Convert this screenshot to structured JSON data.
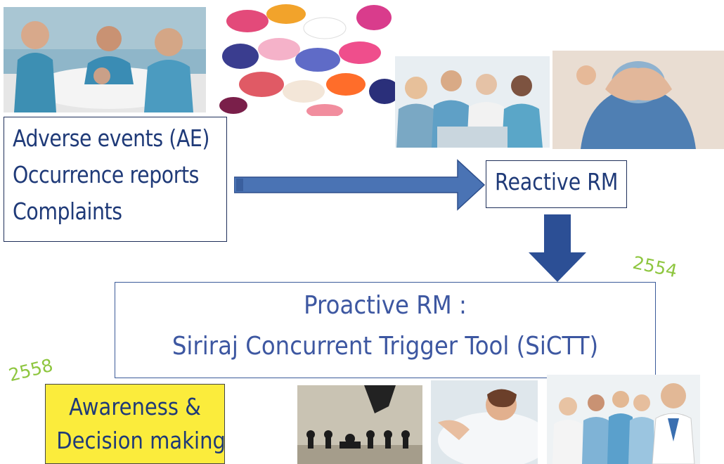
{
  "source_box": {
    "lines": [
      "Adverse events (AE)",
      "Occurrence reports",
      "Complaints"
    ]
  },
  "reactive_box": {
    "label": "Reactive RM"
  },
  "proactive_box": {
    "line1": "Proactive RM :",
    "line2": "Siriraj Concurrent Trigger Tool (SiCTT)"
  },
  "awareness_box": {
    "line1": "Awareness &",
    "line2": "Decision making"
  },
  "years": {
    "reactive_year": "2554",
    "awareness_year": "2558"
  },
  "colors": {
    "arrow_fill": "#4a73b4",
    "down_arrow_fill": "#2c4f95",
    "text": "#1f3a78",
    "year": "#8ec63f",
    "awareness_bg": "#fbec3c"
  },
  "icons": {
    "photo_1": "medical-team-stretcher-photo",
    "photo_2": "colorful-pills-photo",
    "photo_3": "doctors-meeting-photo",
    "photo_4": "distressed-nurse-photo",
    "photo_5": "chess-pieces-photo",
    "photo_6": "patient-in-bed-photo",
    "photo_7": "smiling-medical-staff-photo"
  }
}
